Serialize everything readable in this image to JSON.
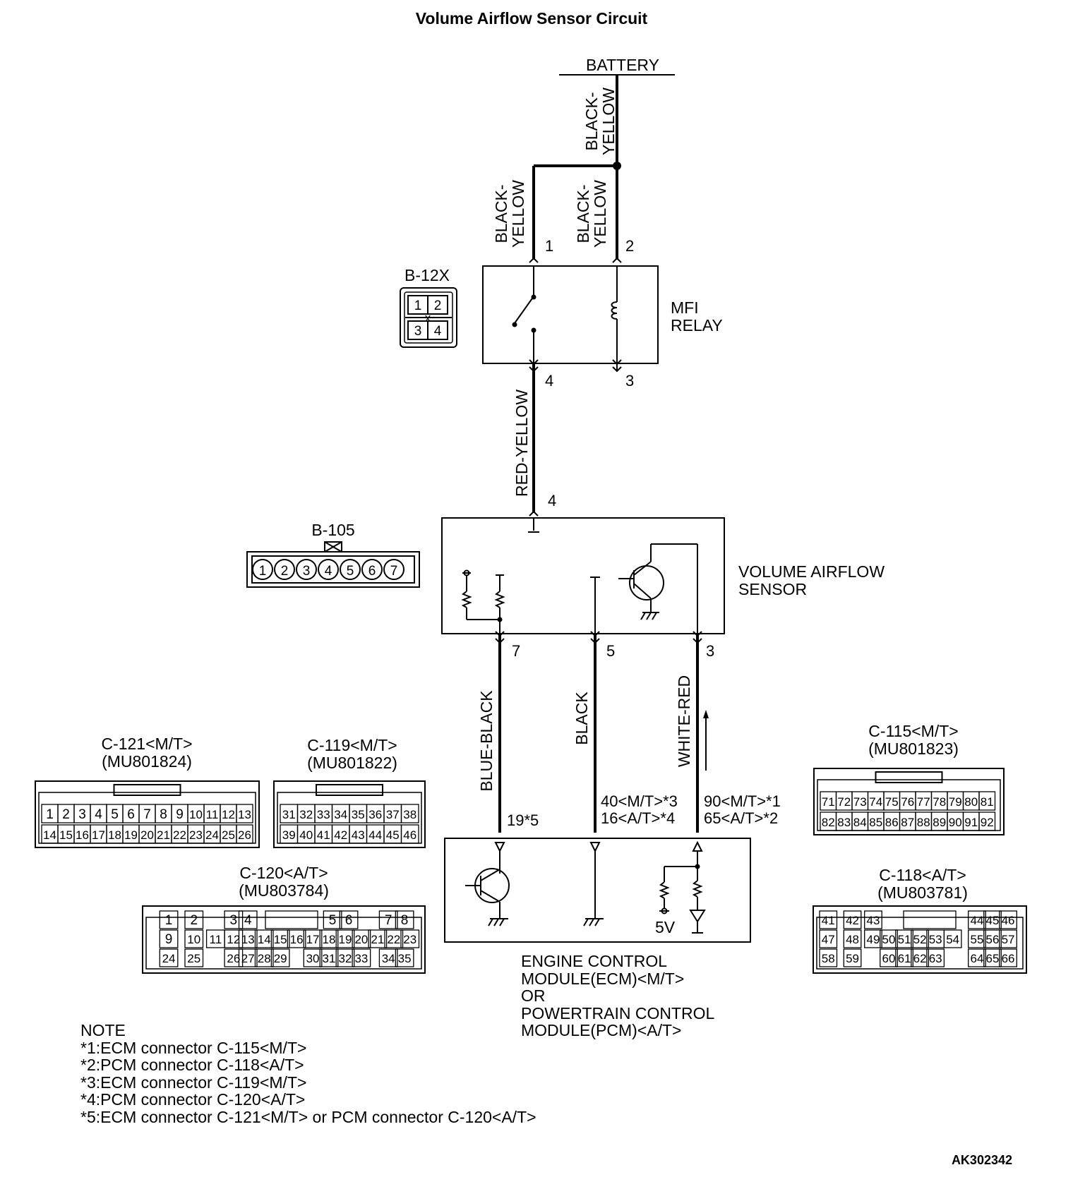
{
  "title": "Volume Airflow Sensor Circuit",
  "battery": "BATTERY",
  "wires": {
    "battery_feed": "BLACK-\nYELLOW",
    "relay_pin1": "BLACK-\nYELLOW",
    "relay_pin2": "BLACK-\nYELLOW",
    "relay_to_sensor": "RED-YELLOW",
    "sensor_pin7": "BLUE-BLACK",
    "sensor_pin5": "BLACK",
    "sensor_pin3": "WHITE-RED"
  },
  "relay": {
    "name_line1": "MFI",
    "name_line2": "RELAY",
    "connector": "B-12X",
    "pins": [
      "1",
      "2",
      "4",
      "3"
    ],
    "connector_pins": [
      "1",
      "2",
      "3",
      "4"
    ]
  },
  "sensor": {
    "name_line1": "VOLUME AIRFLOW",
    "name_line2": "SENSOR",
    "connector": "B-105",
    "pin_top": "4",
    "pins": [
      "7",
      "5",
      "3"
    ],
    "connector_pins": [
      "1",
      "2",
      "3",
      "4",
      "5",
      "6",
      "7"
    ]
  },
  "ecm": {
    "pin19": "19*5",
    "pin_black_1": "40<M/T>*3",
    "pin_black_2": "16<A/T>*4",
    "pin_white_1": "90<M/T>*1",
    "pin_white_2": "65<A/T>*2",
    "voltage": "5V",
    "name_lines": [
      "ENGINE CONTROL",
      "MODULE(ECM)<M/T>",
      "OR",
      "POWERTRAIN CONTROL",
      "MODULE(PCM)<A/T>"
    ]
  },
  "connectors": {
    "c121": {
      "name": "C-121<M/T>",
      "part": "(MU801824)",
      "row1": [
        "1",
        "2",
        "3",
        "4",
        "5",
        "6",
        "7",
        "8",
        "9",
        "10",
        "11",
        "12",
        "13"
      ],
      "row2": [
        "14",
        "15",
        "16",
        "17",
        "18",
        "19",
        "20",
        "21",
        "22",
        "23",
        "24",
        "25",
        "26"
      ]
    },
    "c119": {
      "name": "C-119<M/T>",
      "part": "(MU801822)",
      "row1": [
        "31",
        "32",
        "33",
        "34",
        "35",
        "36",
        "37",
        "38"
      ],
      "row2": [
        "39",
        "40",
        "41",
        "42",
        "43",
        "44",
        "45",
        "46"
      ]
    },
    "c115": {
      "name": "C-115<M/T>",
      "part": "(MU801823)",
      "row1": [
        "71",
        "72",
        "73",
        "74",
        "75",
        "76",
        "77",
        "78",
        "79",
        "80",
        "81"
      ],
      "row2": [
        "82",
        "83",
        "84",
        "85",
        "86",
        "87",
        "88",
        "89",
        "90",
        "91",
        "92"
      ]
    },
    "c120": {
      "name": "C-120<A/T>",
      "part": "(MU803784)",
      "row1": [
        "1",
        "2",
        "3",
        "4",
        "5",
        "6",
        "7",
        "8"
      ],
      "row2": [
        "9",
        "10",
        "11",
        "12",
        "13",
        "14",
        "15",
        "16",
        "17",
        "18",
        "19",
        "20",
        "21",
        "22",
        "23"
      ],
      "row3": [
        "24",
        "25",
        "26",
        "27",
        "28",
        "29",
        "30",
        "31",
        "32",
        "33",
        "34",
        "35"
      ]
    },
    "c118": {
      "name": "C-118<A/T>",
      "part": "(MU803781)",
      "row1": [
        "41",
        "42",
        "43",
        "44",
        "45",
        "46"
      ],
      "row2": [
        "47",
        "48",
        "49",
        "50",
        "51",
        "52",
        "53",
        "54",
        "55",
        "56",
        "57"
      ],
      "row3": [
        "58",
        "59",
        "60",
        "61",
        "62",
        "63",
        "64",
        "65",
        "66"
      ]
    }
  },
  "notes": {
    "heading": "NOTE",
    "items": [
      "*1:ECM connector C-115<M/T>",
      "*2:PCM connector C-118<A/T>",
      "*3:ECM connector C-119<M/T>",
      "*4:PCM connector C-120<A/T>",
      "*5:ECM connector C-121<M/T> or PCM connector C-120<A/T>"
    ]
  },
  "figure_code": "AK302342"
}
